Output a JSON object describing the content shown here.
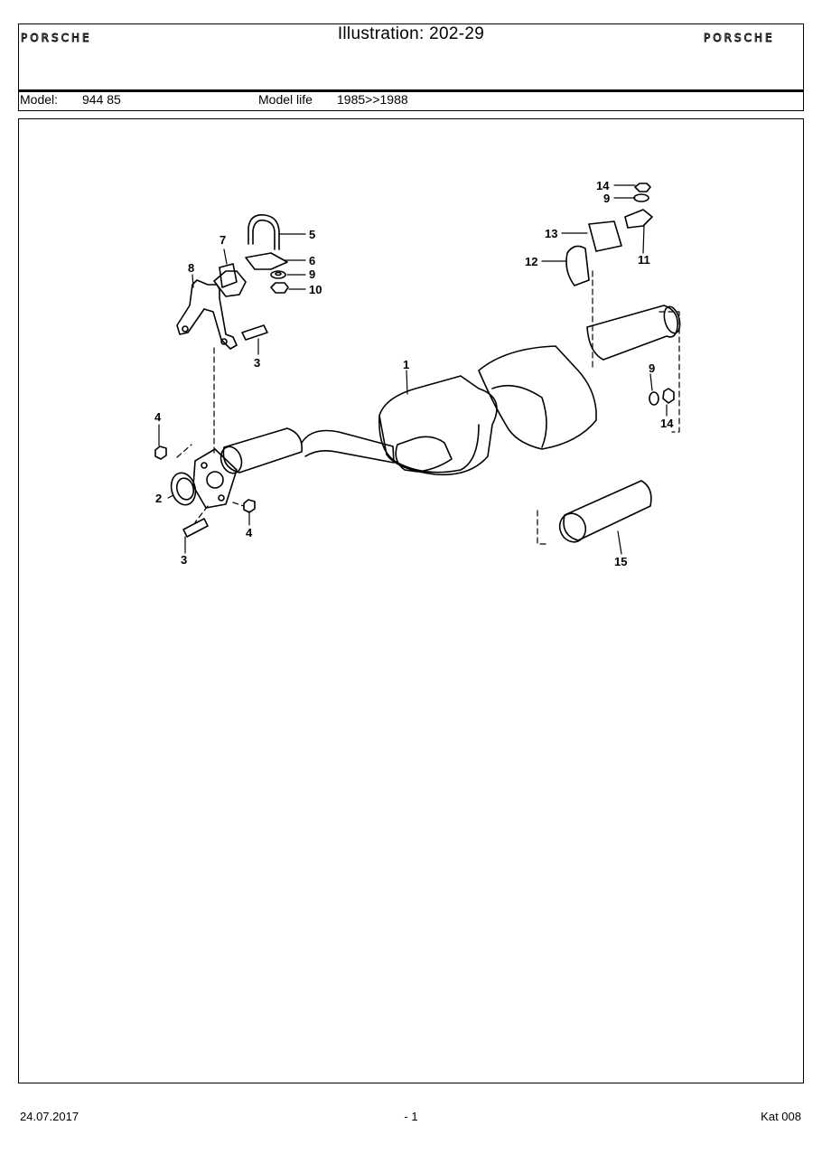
{
  "header": {
    "brand": "PORSCHE",
    "title": "Illustration: 202-29"
  },
  "meta": {
    "model_label": "Model:",
    "model_value": "944 85",
    "life_label": "Model life",
    "life_value": "1985>>1988"
  },
  "diagram": {
    "callouts": [
      "1",
      "2",
      "3",
      "3",
      "4",
      "4",
      "5",
      "6",
      "7",
      "8",
      "9",
      "9",
      "9",
      "10",
      "11",
      "12",
      "13",
      "14",
      "14",
      "15"
    ]
  },
  "footer": {
    "date": "24.07.2017",
    "page": "- 1",
    "catalog": "Kat 008"
  }
}
